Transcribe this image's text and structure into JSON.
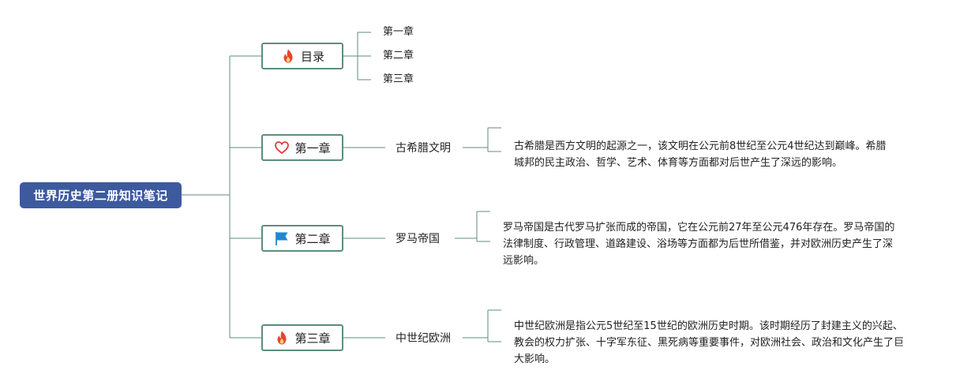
{
  "root": {
    "label": "世界历史第二册知识笔记"
  },
  "branches": [
    {
      "label": "目录",
      "icon": "fire-icon",
      "children": [
        "第一章",
        "第二章",
        "第三章"
      ]
    },
    {
      "label": "第一章",
      "icon": "heart-icon",
      "topic": "古希腊文明",
      "description": "古希腊是西方文明的起源之一，该文明在公元前8世纪至公元4世纪达到巅峰。希腊城邦的民主政治、哲学、艺术、体育等方面都对后世产生了深远的影响。"
    },
    {
      "label": "第二章",
      "icon": "flag-icon",
      "topic": "罗马帝国",
      "description": "罗马帝国是古代罗马扩张而成的帝国，它在公元前27年至公元476年存在。罗马帝国的法律制度、行政管理、道路建设、浴场等方面都为后世所借鉴，并对欧洲历史产生了深远影响。"
    },
    {
      "label": "第三章",
      "icon": "fire-icon",
      "topic": "中世纪欧洲",
      "description": "中世纪欧洲是指公元5世纪至15世纪的欧洲历史时期。该时期经历了封建主义的兴起、教会的权力扩张、十字军东征、黑死病等重要事件，对欧洲社会、政治和文化产生了巨大影响。"
    }
  ],
  "colors": {
    "root_fill": "#3d5a9e",
    "connector": "#5e8d7c",
    "fire": "#e8452c",
    "heart": "#e03a3a",
    "flag": "#1e88d2"
  }
}
